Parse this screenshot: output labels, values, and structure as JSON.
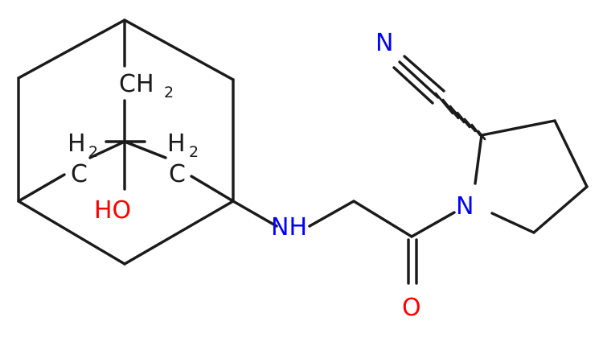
{
  "molecule": {
    "atoms": {
      "nitrile_n": "N",
      "amine_nh": "NH",
      "ring_n": "N",
      "carbonyl_o": "O",
      "hydroxyl": "HO",
      "ch2_top_main": "CH",
      "ch2_top_sub": "2",
      "ch2_left_main": "H",
      "ch2_left_sub": "2",
      "ch2_left_c": "C",
      "ch2_right_main": "H",
      "ch2_right_sub": "2",
      "ch2_right_c": "C"
    },
    "colors": {
      "bond": "#1a1a1a",
      "carbon_label": "#1a1a1a",
      "nitrogen": "#0000ff",
      "oxygen": "#ff0000"
    }
  }
}
